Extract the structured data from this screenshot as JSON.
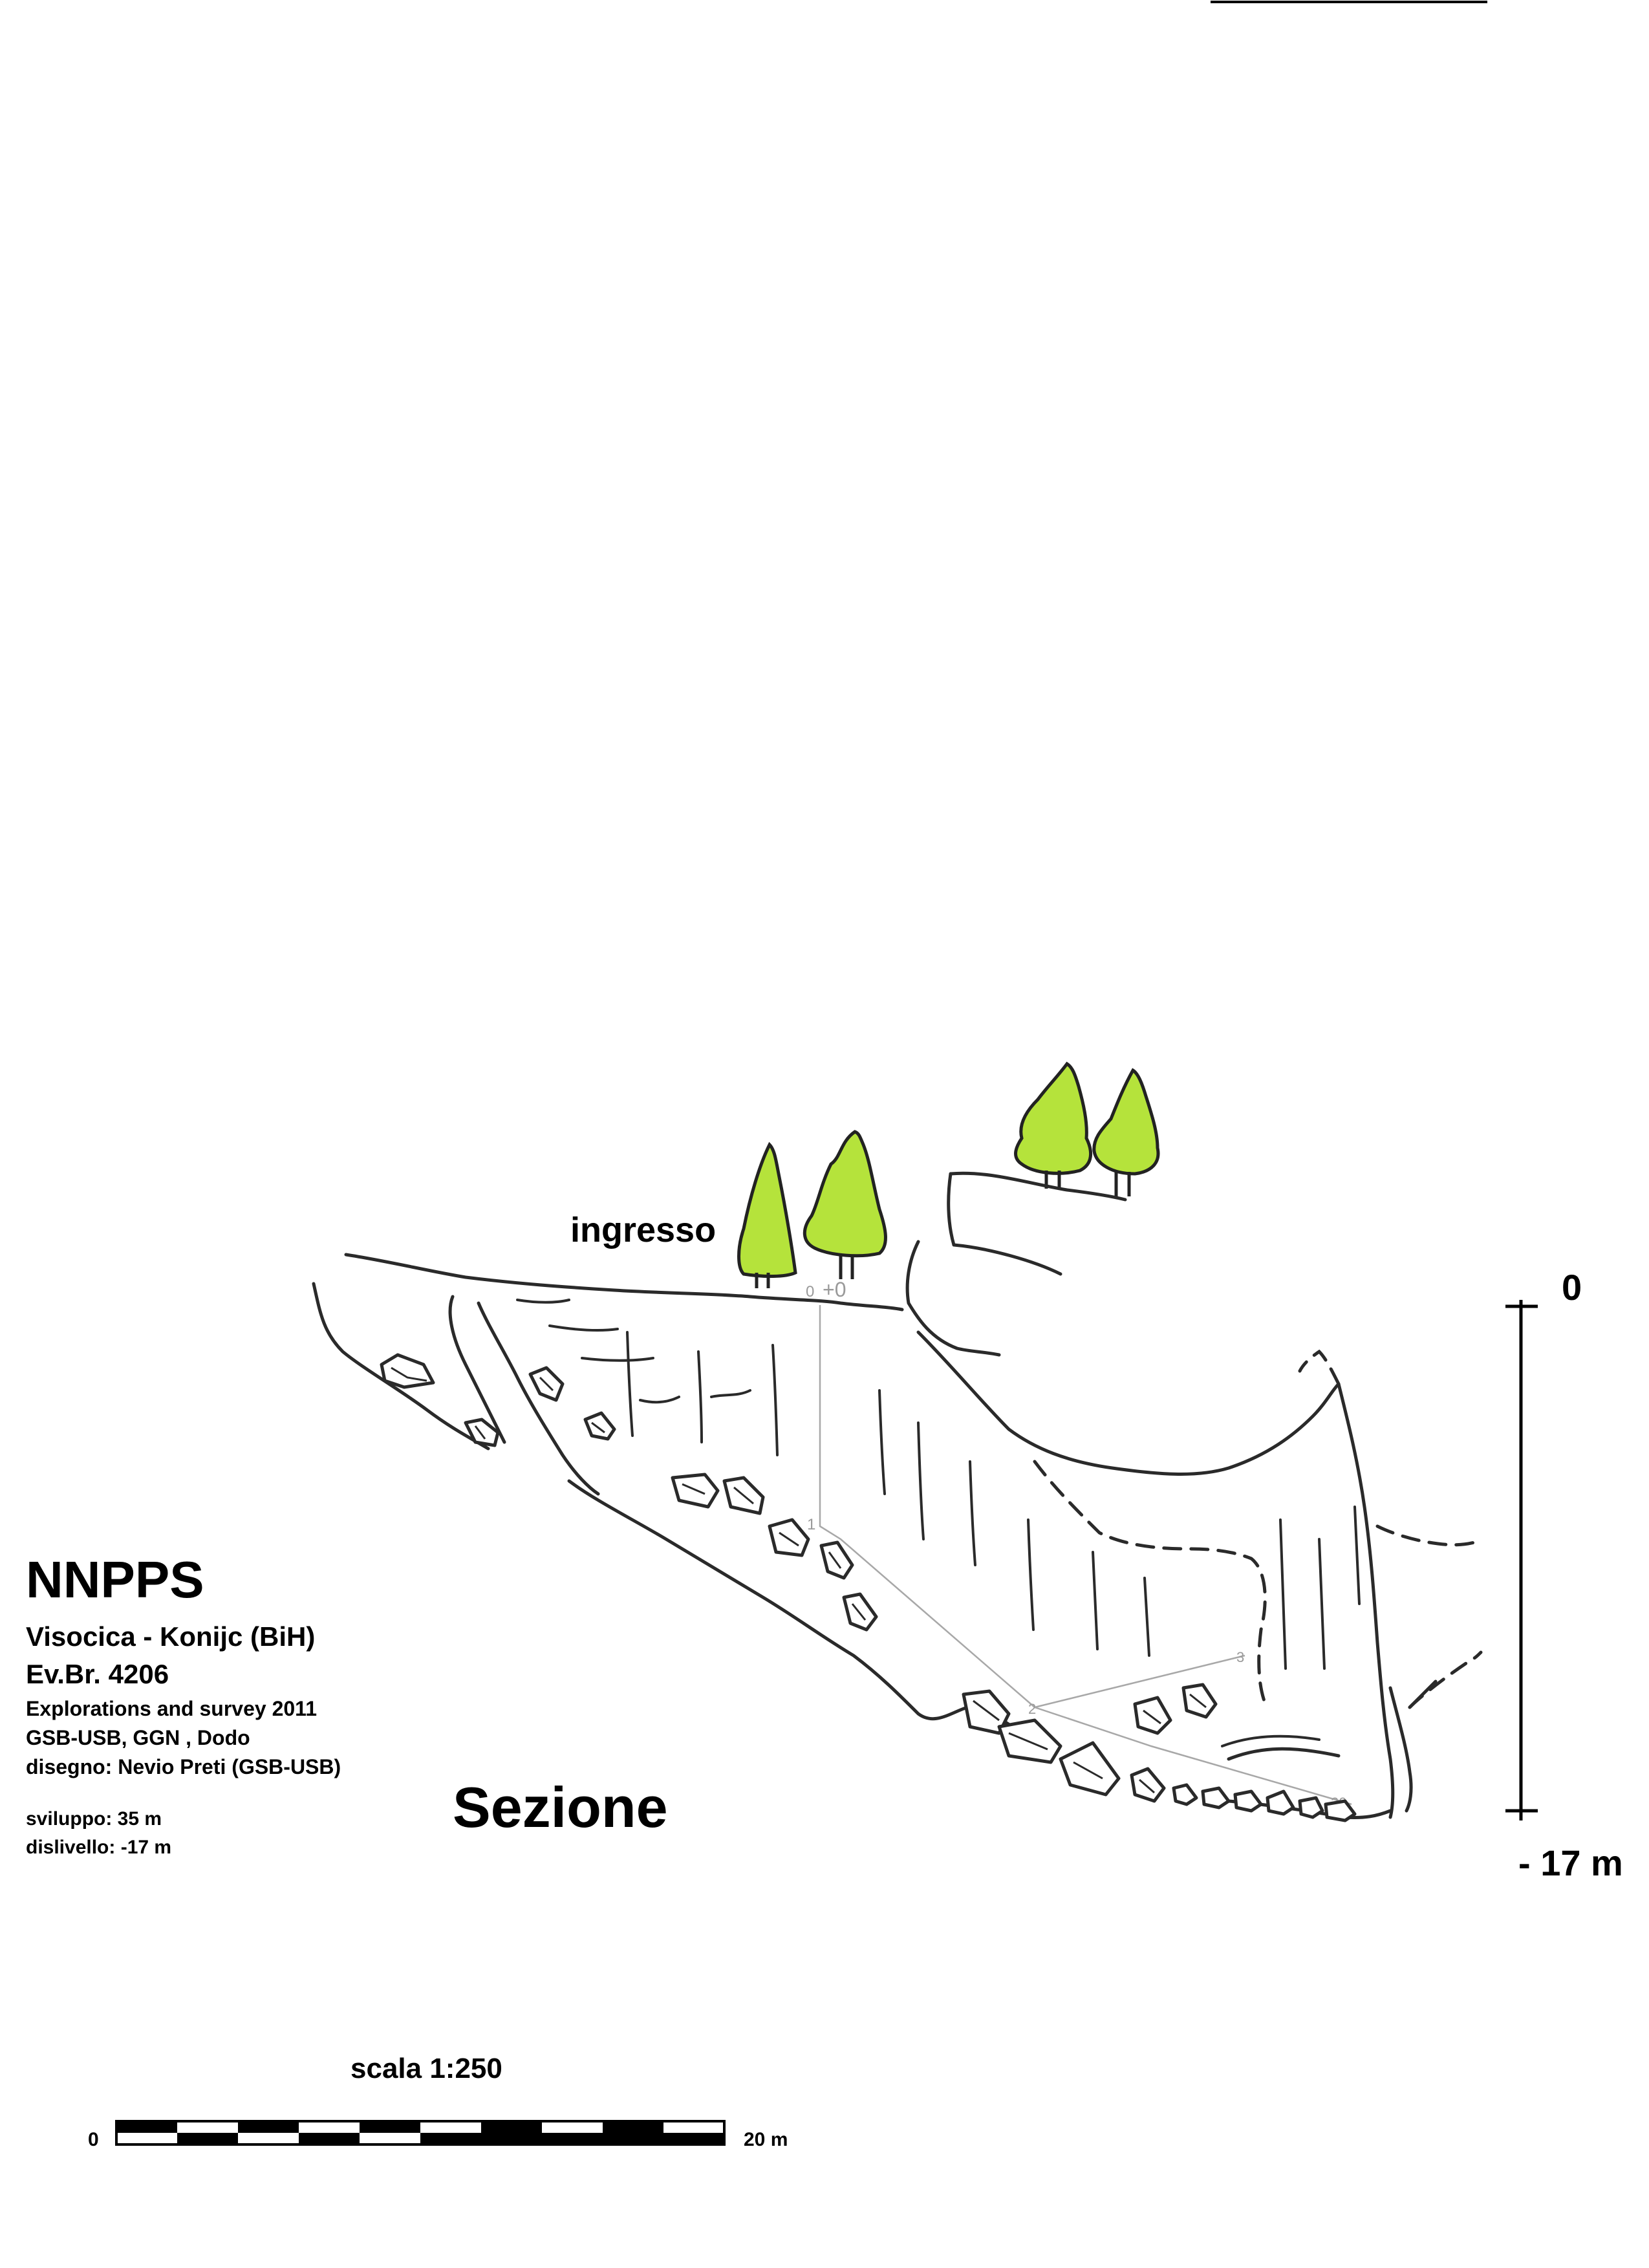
{
  "title": "NNPPS",
  "location": "Visocica - Konijc (BiH)",
  "cadastre": "Ev.Br. 4206",
  "exploration": "Explorations and survey 2011",
  "groups": "GSB-USB, GGN , Dodo",
  "author": "disegno: Nevio Preti (GSB-USB)",
  "development": "sviluppo: 35 m",
  "depth": "dislivello: -17 m",
  "section_label": "Sezione",
  "entrance_label": "ingresso",
  "depth_scale": {
    "top_label": "0",
    "bottom_label": "- 17 m"
  },
  "scale": {
    "label": "scala 1:250",
    "start_label": "0",
    "end_label": "20 m"
  },
  "stations": [
    "0",
    "+0",
    "1",
    "2",
    "3",
    "20"
  ],
  "colors": {
    "tree_fill": "#b5e33b",
    "line": "#2a2a2a",
    "survey_line": "#a8a8a8"
  }
}
